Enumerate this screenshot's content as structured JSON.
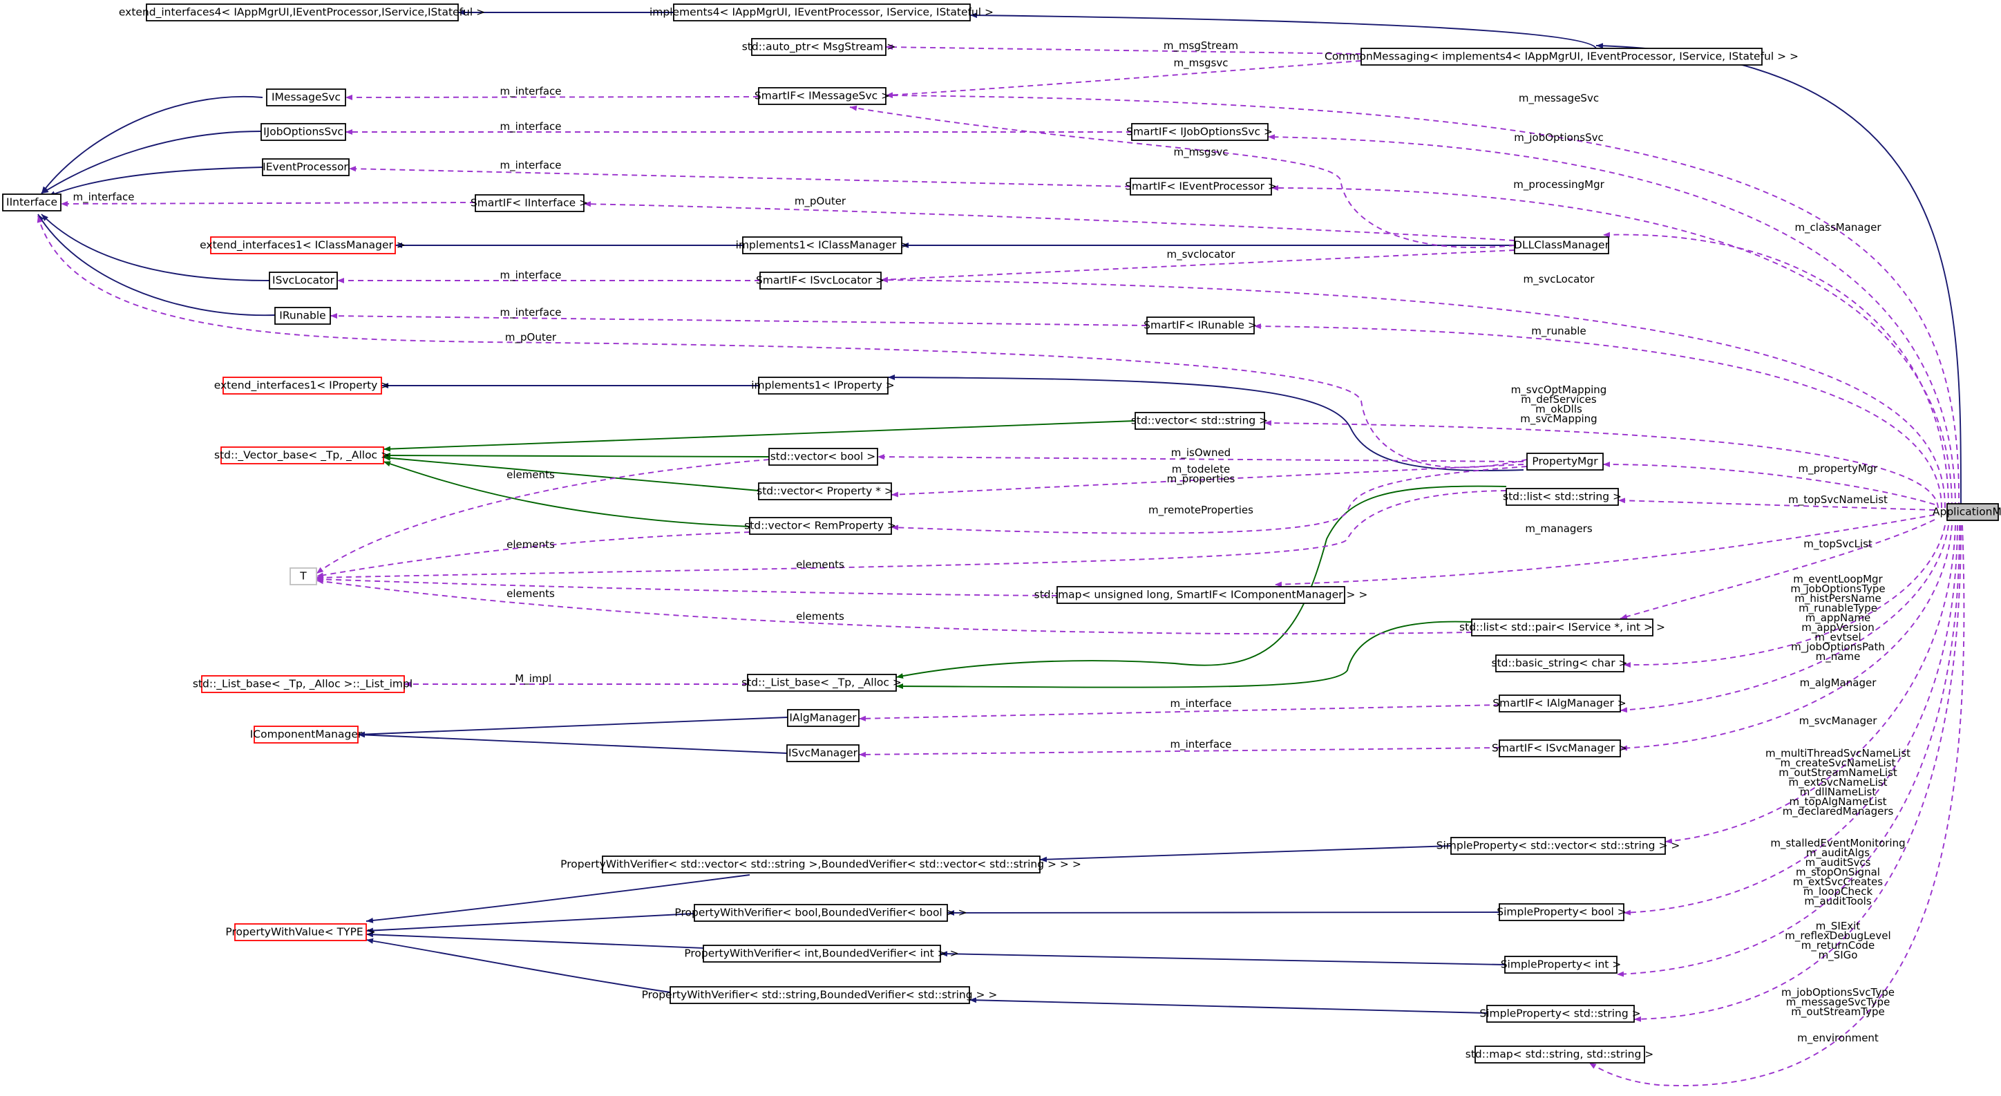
{
  "nodes": {
    "ApplicationMgr": "ApplicationMgr",
    "extend_interfaces4": "extend_interfaces4< IAppMgrUI,IEventProcessor,IService,IStateful >",
    "implements4": "implements4< IAppMgrUI, IEventProcessor, IService, IStateful >",
    "auto_ptr_MsgStream": "std::auto_ptr< MsgStream >",
    "CommonMessaging": "CommonMessaging< implements4< IAppMgrUI, IEventProcessor, IService, IStateful > >",
    "IMessageSvc": "IMessageSvc",
    "SmartIF_IMessageSvc": "SmartIF< IMessageSvc >",
    "IJobOptionsSvc": "IJobOptionsSvc",
    "SmartIF_IJobOptionsSvc": "SmartIF< IJobOptionsSvc >",
    "IInterface": "IInterface",
    "IEventProcessor": "IEventProcessor",
    "SmartIF_IEventProcessor": "SmartIF< IEventProcessor >",
    "SmartIF_IInterface": "SmartIF< IInterface >",
    "extend_interfaces1_IClassManager": "extend_interfaces1< IClassManager >",
    "implements1_IClassManager": "implements1< IClassManager >",
    "DLLClassManager": "DLLClassManager",
    "ISvcLocator": "ISvcLocator",
    "SmartIF_ISvcLocator": "SmartIF< ISvcLocator >",
    "IRunable": "IRunable",
    "SmartIF_IRunable": "SmartIF< IRunable >",
    "extend_interfaces1_IProperty": "extend_interfaces1< IProperty >",
    "implements1_IProperty": "implements1< IProperty >",
    "vector_string": "std::vector< std::string >",
    "Vector_base": "std::_Vector_base< _Tp, _Alloc >",
    "vector_bool": "std::vector< bool >",
    "PropertyMgr": "PropertyMgr",
    "vector_Property": "std::vector< Property * >",
    "list_string": "std::list< std::string >",
    "vector_RemProperty": "std::vector< RemProperty >",
    "T": "T",
    "map_ComponentManager": "std::map< unsigned long, SmartIF< IComponentManager > >",
    "list_pair": "std::list< std::pair< IService *, int > >",
    "basic_string": "std::basic_string< char >",
    "List_impl": "std::_List_base< _Tp, _Alloc >::_List_impl",
    "List_base": "std::_List_base< _Tp, _Alloc >",
    "IAlgManager": "IAlgManager",
    "SmartIF_IAlgManager": "SmartIF< IAlgManager >",
    "IComponentManager": "IComponentManager",
    "ISvcManager": "ISvcManager",
    "SmartIF_ISvcManager": "SmartIF< ISvcManager >",
    "SimpleProperty_vector": "SimpleProperty< std::vector< std::string > >",
    "PWV_vector": "PropertyWithVerifier< std::vector< std::string >,BoundedVerifier< std::vector< std::string > > >",
    "PropertyWithValue": "PropertyWithValue< TYPE >",
    "PWV_bool": "PropertyWithVerifier< bool,BoundedVerifier< bool > >",
    "SimpleProperty_bool": "SimpleProperty< bool >",
    "PWV_int": "PropertyWithVerifier< int,BoundedVerifier< int > >",
    "SimpleProperty_int": "SimpleProperty< int >",
    "PWV_string": "PropertyWithVerifier< std::string,BoundedVerifier< std::string > >",
    "SimpleProperty_string": "SimpleProperty< std::string >",
    "map_string_string": "std::map< std::string, std::string >"
  },
  "labels": {
    "m_msgStream": "m_msgStream",
    "m_msgsvc_top": "m_msgsvc",
    "m_interface_msg": "m_interface",
    "m_messageSvc": "m_messageSvc",
    "m_interface_job": "m_interface",
    "m_jobOptionsSvc": "m_jobOptionsSvc",
    "m_msgsvc_mid": "m_msgsvc",
    "m_interface_evt": "m_interface",
    "m_processingMgr": "m_processingMgr",
    "m_interface_ii": "m_interface",
    "m_pOuter_1": "m_pOuter",
    "m_classManager": "m_classManager",
    "m_svclocator": "m_svclocator",
    "m_interface_svcloc": "m_interface",
    "m_svcLocator": "m_svcLocator",
    "m_interface_run": "m_interface",
    "m_runable": "m_runable",
    "m_pOuter_2": "m_pOuter",
    "vs_line1": "m_svcOptMapping",
    "vs_line2": "m_defServices",
    "vs_line3": "m_okDlls",
    "vs_line4": "m_svcMapping",
    "elements_1": "elements",
    "m_isOwned": "m_isOwned",
    "m_todelete": "m_todelete",
    "m_properties": "m_properties",
    "m_propertyMgr": "m_propertyMgr",
    "m_topSvcNameList": "m_topSvcNameList",
    "m_remoteProperties": "m_remoteProperties",
    "elements_2": "elements",
    "elements_3": "elements",
    "m_managers": "m_managers",
    "elements_4": "elements",
    "m_topSvcList": "m_topSvcList",
    "elements_5": "elements",
    "bs_line1": "m_eventLoopMgr",
    "bs_line2": "m_jobOptionsType",
    "bs_line3": "m_histPersName",
    "bs_line4": "m_runableType",
    "bs_line5": "m_appName",
    "bs_line6": "m_appVersion",
    "bs_line7": "m_evtsel",
    "bs_line8": "m_jobOptionsPath",
    "bs_line9": "m_name",
    "M_impl": "_M_impl",
    "m_algManager": "m_algManager",
    "m_interface_alg": "m_interface",
    "m_svcManager": "m_svcManager",
    "m_interface_svcmgr": "m_interface",
    "spv_line1": "m_multiThreadSvcNameList",
    "spv_line2": "m_createSvcNameList",
    "spv_line3": "m_outStreamNameList",
    "spv_line4": "m_extSvcNameList",
    "spv_line5": "m_dllNameList",
    "spv_line6": "m_topAlgNameList",
    "spv_line7": "m_declaredManagers",
    "spb_line1": "m_stalledEventMonitoring",
    "spb_line2": "m_auditAlgs",
    "spb_line3": "m_auditSvcs",
    "spb_line4": "m_stopOnSignal",
    "spb_line5": "m_extSvcCreates",
    "spb_line6": "m_loopCheck",
    "spb_line7": "m_auditTools",
    "spi_line1": "m_SIExit",
    "spi_line2": "m_reflexDebugLevel",
    "spi_line3": "m_returnCode",
    "spi_line4": "m_SIGo",
    "sps_line1": "m_jobOptionsSvcType",
    "sps_line2": "m_messageSvcType",
    "sps_line3": "m_outStreamType",
    "m_environment": "m_environment"
  },
  "colors": {
    "inheritance": "#191970",
    "template": "#006400",
    "usage": "#9a32cd",
    "missing_node_border": "#ff0000",
    "root_fill": "#bfbfbf"
  }
}
